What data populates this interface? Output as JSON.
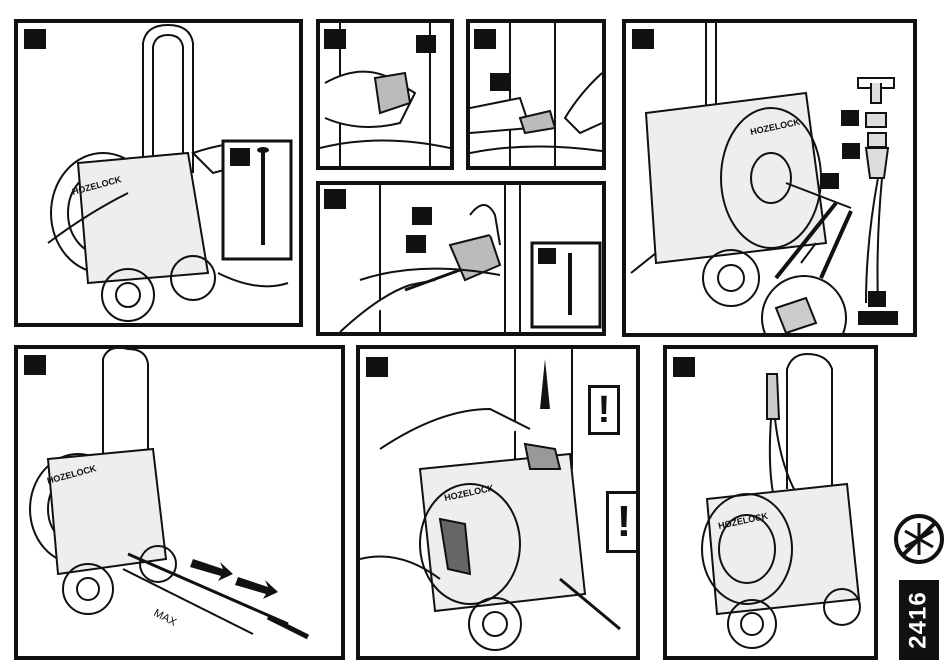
{
  "brand_label": "HOZELOCK",
  "panels": [
    {
      "id": "p1"
    },
    {
      "id": "p2"
    },
    {
      "id": "p3"
    },
    {
      "id": "p4"
    },
    {
      "id": "p5"
    },
    {
      "id": "p6"
    },
    {
      "id": "p7"
    },
    {
      "id": "p8"
    }
  ],
  "warnings": {
    "mark": "!"
  },
  "panel6": {
    "max_label": "MAX"
  },
  "model_number": "2416",
  "frost_icon": "snowflake-crossed-icon",
  "colors": {
    "ink": "#111111",
    "paper": "#ffffff",
    "shade": "#c8c8c8"
  }
}
